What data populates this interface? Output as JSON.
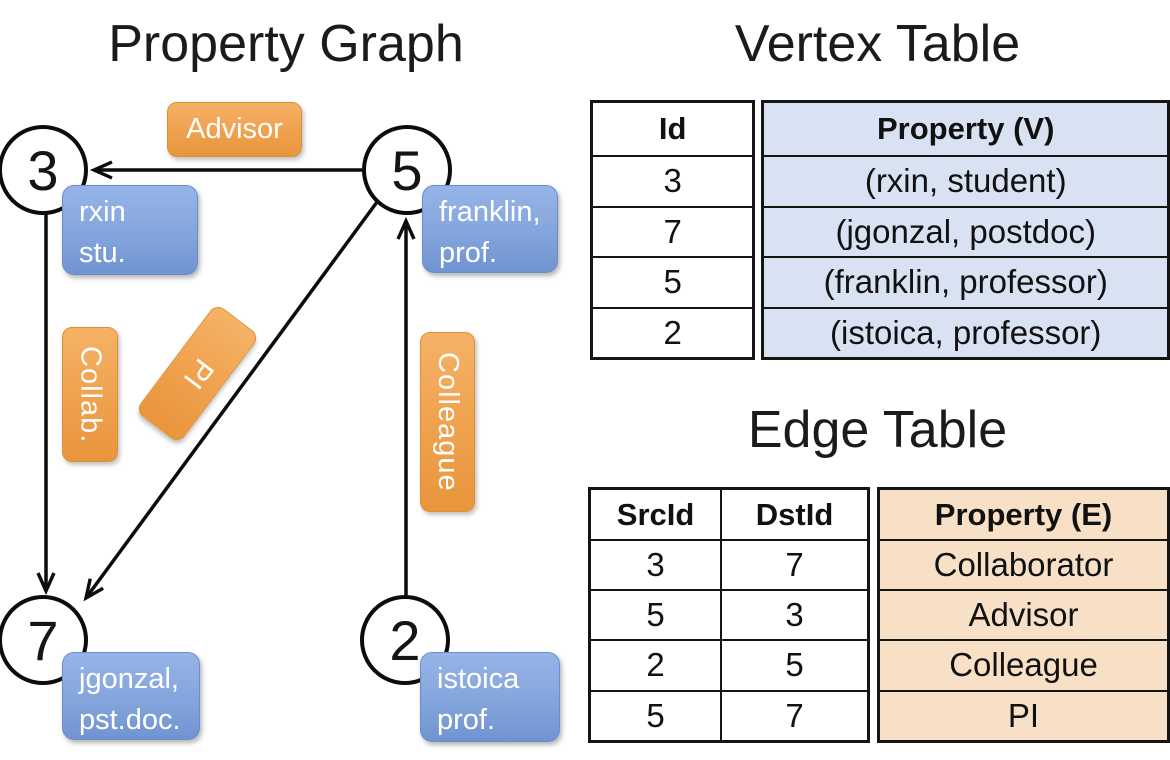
{
  "colors": {
    "orange-top": "#f5b266",
    "orange-bottom": "#e9953c",
    "orange-border": "#dd8f35",
    "blue-top": "#96b4e8",
    "blue-bottom": "#7094d2",
    "blue-border": "#6b8ec9",
    "vertex-cell-bg": "#d9e2f3",
    "edge-cell-bg": "#f7e0c6"
  },
  "graph": {
    "title": "Property Graph",
    "nodes": [
      {
        "id": "3",
        "prop1": "rxin",
        "prop2": "stu."
      },
      {
        "id": "5",
        "prop1": "franklin,",
        "prop2": "prof."
      },
      {
        "id": "7",
        "prop1": "jgonzal,",
        "prop2": "pst.doc."
      },
      {
        "id": "2",
        "prop1": "istoica",
        "prop2": "prof."
      }
    ],
    "edge_labels": [
      {
        "label": "Advisor"
      },
      {
        "label": "Collab."
      },
      {
        "label": "PI"
      },
      {
        "label": "Colleague"
      }
    ]
  },
  "vertex_table": {
    "title": "Vertex Table",
    "columns": {
      "id": "Id",
      "property": "Property (V)"
    },
    "rows": [
      {
        "id": "3",
        "property": "(rxin, student)"
      },
      {
        "id": "7",
        "property": "(jgonzal, postdoc)"
      },
      {
        "id": "5",
        "property": "(franklin, professor)"
      },
      {
        "id": "2",
        "property": "(istoica, professor)"
      }
    ]
  },
  "edge_table": {
    "title": "Edge Table",
    "columns": {
      "src": "SrcId",
      "dst": "DstId",
      "property": "Property (E)"
    },
    "rows": [
      {
        "src": "3",
        "dst": "7",
        "property": "Collaborator"
      },
      {
        "src": "5",
        "dst": "3",
        "property": "Advisor"
      },
      {
        "src": "2",
        "dst": "5",
        "property": "Colleague"
      },
      {
        "src": "5",
        "dst": "7",
        "property": "PI"
      }
    ]
  }
}
